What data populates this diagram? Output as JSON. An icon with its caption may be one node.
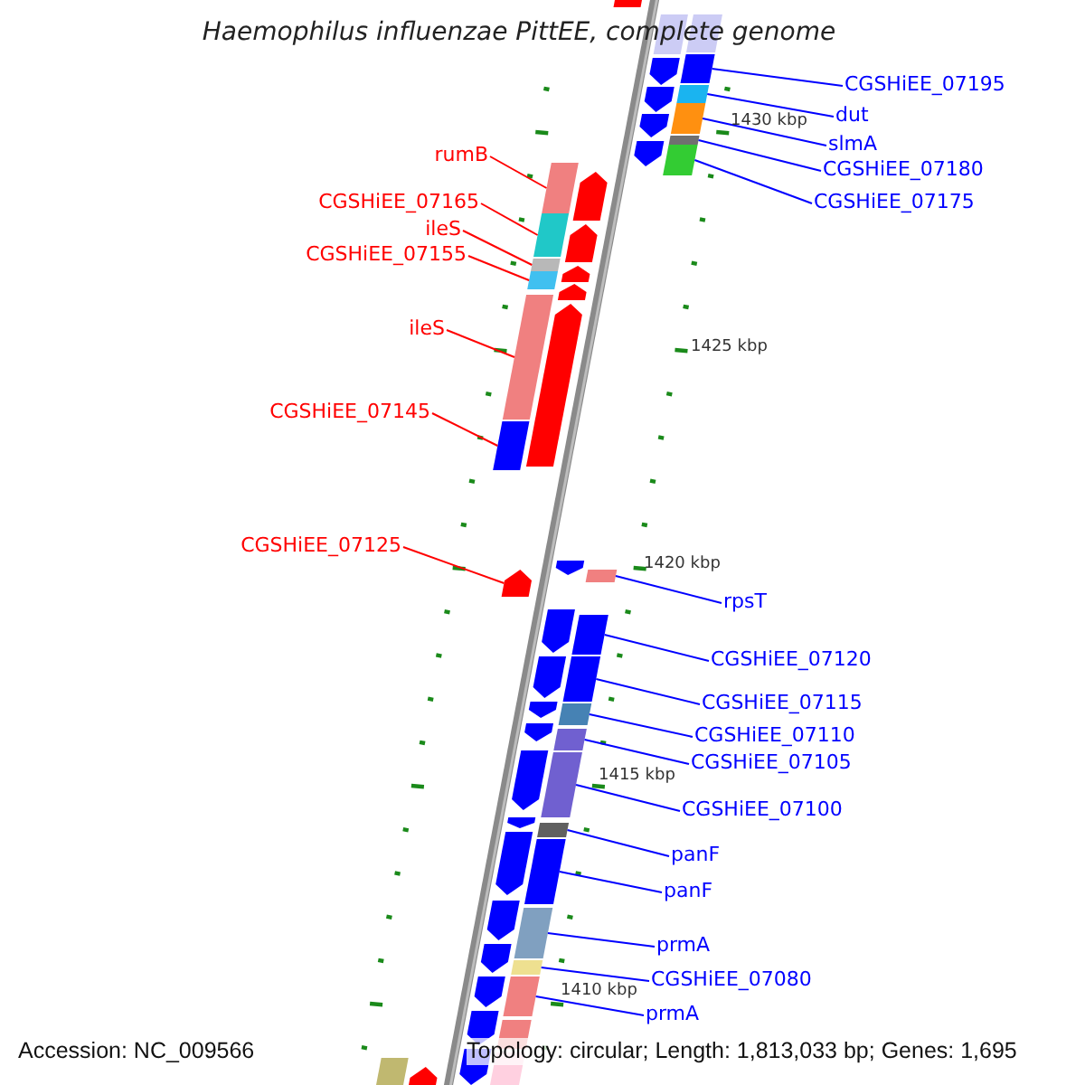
{
  "diagram": {
    "title": "Haemophilus influenzae PittEE, complete genome",
    "nodes": [
      {
        "text": [
          "CGSHiEE_07195"
        ]
      },
      {
        "text": [
          "dut"
        ]
      },
      {
        "text": [
          "slmA"
        ]
      },
      {
        "text": [
          "CGSHiEE_07180"
        ]
      },
      {
        "text": [
          "CGSHiEE_07175"
        ]
      },
      {
        "text": [
          "rumB"
        ]
      },
      {
        "text": [
          "CGSHiEE_07165"
        ]
      },
      {
        "text": [
          "ileS"
        ]
      },
      {
        "text": [
          "CGSHiEE_07155"
        ]
      },
      {
        "text": [
          "ileS"
        ]
      },
      {
        "text": [
          "CGSHiEE_07145"
        ]
      },
      {
        "text": [
          "CGSHiEE_07125"
        ]
      },
      {
        "text": [
          "rpsT"
        ]
      },
      {
        "text": [
          "CGSHiEE_07120"
        ]
      },
      {
        "text": [
          "CGSHiEE_07115"
        ]
      },
      {
        "text": [
          "CGSHiEE_07110"
        ]
      },
      {
        "text": [
          "CGSHiEE_07105"
        ]
      },
      {
        "text": [
          "CGSHiEE_07100"
        ]
      },
      {
        "text": [
          "panF"
        ]
      },
      {
        "text": [
          "panF"
        ]
      },
      {
        "text": [
          "prmA"
        ]
      },
      {
        "text": [
          "CGSHiEE_07080"
        ]
      },
      {
        "text": [
          "prmA"
        ]
      },
      {
        "text": [],
        "shape": "bar"
      },
      {
        "text": [],
        "shape": "bar"
      },
      {
        "text": [],
        "shape": "bar"
      },
      {
        "text": [],
        "shape": "bar"
      },
      {
        "text": [],
        "shape": "bar"
      },
      {
        "text": [],
        "shape": "bar"
      },
      {
        "text": [],
        "shape": "bar"
      },
      {
        "text": [],
        "shape": "bar"
      },
      {
        "text": [],
        "shape": "bar"
      },
      {
        "text": [],
        "shape": "bar"
      },
      {
        "text": [],
        "shape": "bar"
      },
      {
        "text": [],
        "shape": "pentagon"
      },
      {
        "text": [],
        "shape": "bar"
      },
      {
        "text": [],
        "shape": "bar"
      },
      {
        "text": [],
        "shape": "bar"
      },
      {
        "text": [],
        "shape": "bar"
      },
      {
        "text": [],
        "shape": "bar"
      },
      {
        "text": [],
        "shape": "bar"
      },
      {
        "text": [],
        "shape": "bar"
      },
      {
        "text": [],
        "shape": "bar"
      },
      {
        "text": [],
        "shape": "bar"
      },
      {
        "text": [],
        "shape": "bar"
      },
      {
        "text": [],
        "shape": "bar"
      },
      {
        "text": [],
        "shape": "bar"
      },
      {
        "text": [],
        "shape": "pentagon"
      },
      {
        "text": [],
        "shape": "pentagon"
      },
      {
        "text": [],
        "shape": "pentagon"
      },
      {
        "text": [],
        "shape": "pentagon"
      },
      {
        "text": [],
        "shape": "bar"
      },
      {
        "text": [],
        "shape": "pentagon"
      },
      {
        "text": [],
        "shape": "pentagon"
      },
      {
        "text": [],
        "shape": "pentagon"
      },
      {
        "text": [],
        "shape": "pentagon"
      },
      {
        "text": [],
        "shape": "pentagon"
      },
      {
        "text": [],
        "shape": "pentagon"
      },
      {
        "text": [],
        "shape": "pentagon"
      },
      {
        "text": [],
        "shape": "pentagon"
      },
      {
        "text": [],
        "shape": "pentagon"
      },
      {
        "text": [],
        "shape": "pentagon"
      },
      {
        "text": [],
        "shape": "pentagon"
      },
      {
        "text": [],
        "shape": "pentagon"
      },
      {
        "text": [],
        "shape": "pentagon"
      },
      {
        "text": [],
        "shape": "pentagon"
      },
      {
        "text": [],
        "shape": "pentagon"
      },
      {
        "text": [],
        "shape": "pentagon"
      },
      {
        "text": [],
        "shape": "pentagon"
      },
      {
        "text": [],
        "shape": "pentagon"
      },
      {
        "text": [],
        "shape": "pentagon"
      },
      {
        "text": [],
        "shape": "bar"
      },
      {
        "text": [],
        "shape": "bar"
      },
      {
        "text": [],
        "shape": "bar"
      },
      {
        "text": [],
        "shape": "pentagon"
      }
    ],
    "edges": [
      {
        "from": 0,
        "to": 23,
        "arrow": "none"
      },
      {
        "from": 1,
        "to": 24,
        "arrow": "none"
      },
      {
        "from": 2,
        "to": 25,
        "arrow": "none"
      },
      {
        "from": 3,
        "to": 26,
        "arrow": "none"
      },
      {
        "from": 4,
        "to": 27,
        "arrow": "none"
      },
      {
        "from": 5,
        "to": 28,
        "arrow": "none",
        "color": "#ff0000"
      },
      {
        "from": 6,
        "to": 29,
        "arrow": "none",
        "color": "#ff0000"
      },
      {
        "from": 7,
        "to": 30,
        "arrow": "none",
        "color": "#ff0000"
      },
      {
        "from": 8,
        "to": 31,
        "arrow": "none",
        "color": "#ff0000"
      },
      {
        "from": 9,
        "to": 32,
        "arrow": "none",
        "color": "#ff0000"
      },
      {
        "from": 10,
        "to": 33,
        "arrow": "none",
        "color": "#ff0000"
      },
      {
        "from": 11,
        "to": 34,
        "arrow": "none",
        "color": "#ff0000"
      },
      {
        "from": 12,
        "to": 35,
        "arrow": "none"
      },
      {
        "from": 13,
        "to": 36,
        "arrow": "none"
      },
      {
        "from": 14,
        "to": 37,
        "arrow": "none"
      },
      {
        "from": 15,
        "to": 38,
        "arrow": "none"
      },
      {
        "from": 16,
        "to": 39,
        "arrow": "none"
      },
      {
        "from": 17,
        "to": 40,
        "arrow": "none"
      },
      {
        "from": 18,
        "to": 41,
        "arrow": "none"
      },
      {
        "from": 19,
        "to": 42,
        "arrow": "none"
      },
      {
        "from": 20,
        "to": 43,
        "arrow": "none"
      },
      {
        "from": 21,
        "to": 44,
        "arrow": "none"
      },
      {
        "from": 22,
        "to": 45,
        "arrow": "none"
      }
    ],
    "labels": [
      "1430 kbp",
      "1425 kbp",
      "1420 kbp",
      "1415 kbp",
      "1410 kbp",
      "Accession: NC_009566",
      "Topology: circular; Length: 1,813,033 bp; Genes: 1,695"
    ]
  }
}
